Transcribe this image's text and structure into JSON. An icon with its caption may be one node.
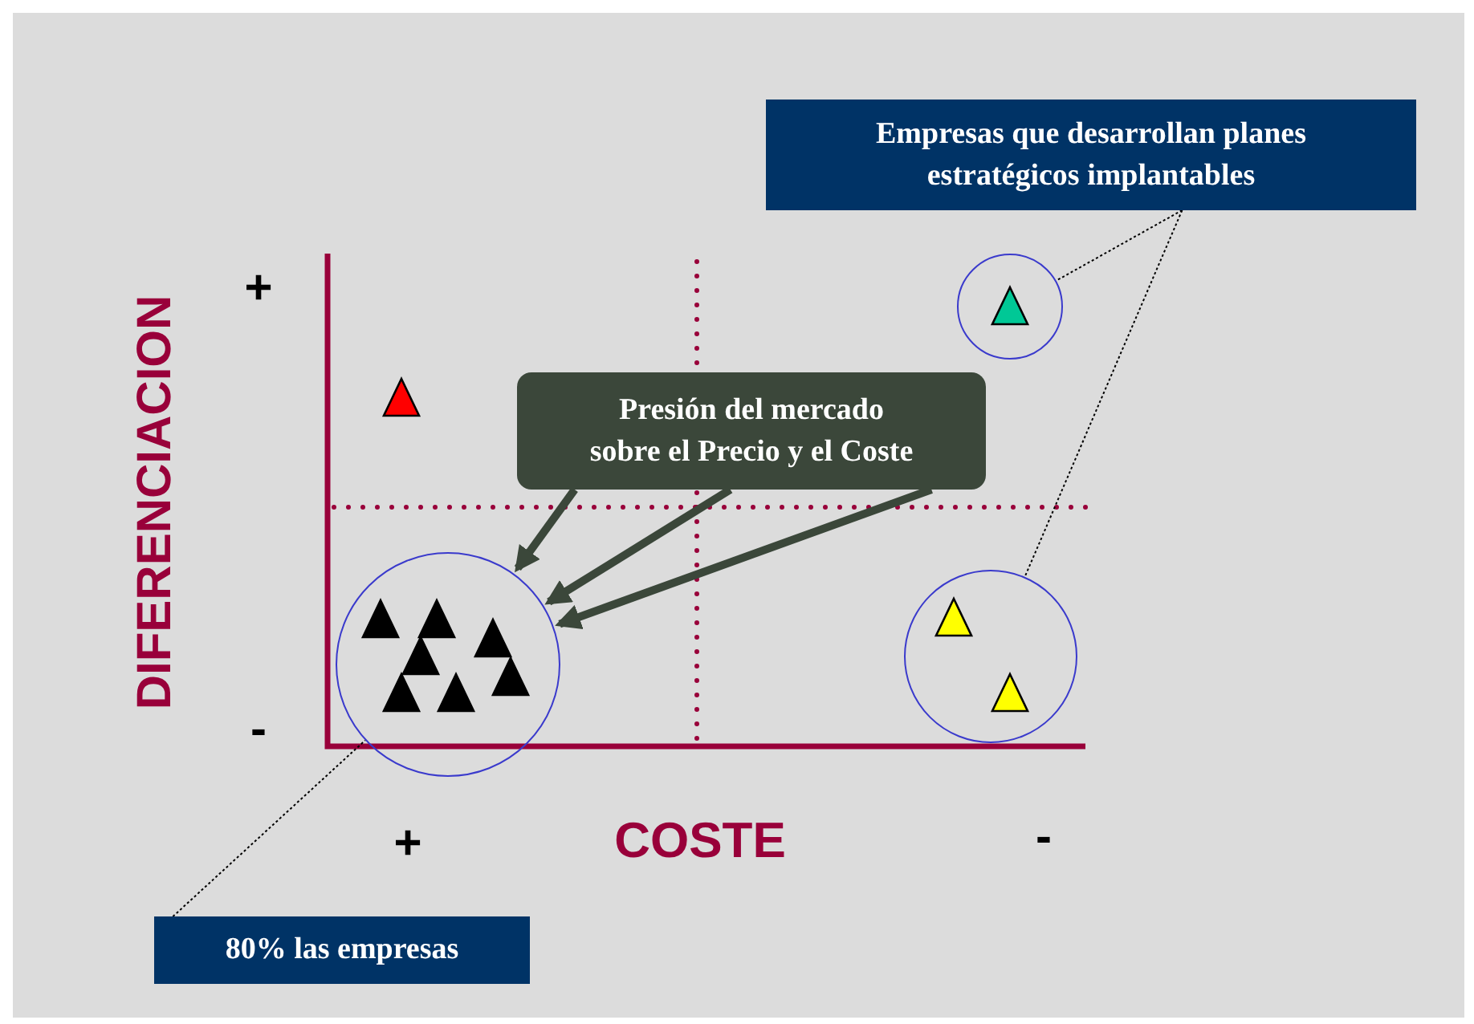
{
  "diagram": {
    "nodes": [
      {
        "text": [
          "Empresas que desarrollan planes estratégicos implantables"
        ]
      },
      {
        "text": [],
        "shape": "circle"
      },
      {
        "text": [],
        "shape": "circle"
      },
      {
        "text": [
          "Presión del mercado sobre el Precio y el Coste"
        ]
      },
      {
        "text": [],
        "shape": "circle"
      },
      {
        "text": [
          "80% las empresas"
        ]
      }
    ],
    "edges": [
      {
        "from": 0,
        "to": 1,
        "arrow": "none",
        "style": "dashed"
      },
      {
        "from": 0,
        "to": 2,
        "arrow": "none",
        "style": "dashed"
      },
      {
        "from": 3,
        "to": 4,
        "arrow": "to",
        "style": "thick",
        "color": "#3b473a"
      },
      {
        "from": 3,
        "to": 4,
        "arrow": "to",
        "style": "thick",
        "color": "#3b473a"
      },
      {
        "from": 3,
        "to": 4,
        "arrow": "to",
        "style": "thick",
        "color": "#3b473a"
      },
      {
        "from": 5,
        "to": 4,
        "arrow": "none",
        "style": "dashed"
      }
    ],
    "labels": [
      "+",
      "DIFERENCIACION",
      "-",
      "+",
      "COSTE",
      "-"
    ]
  }
}
